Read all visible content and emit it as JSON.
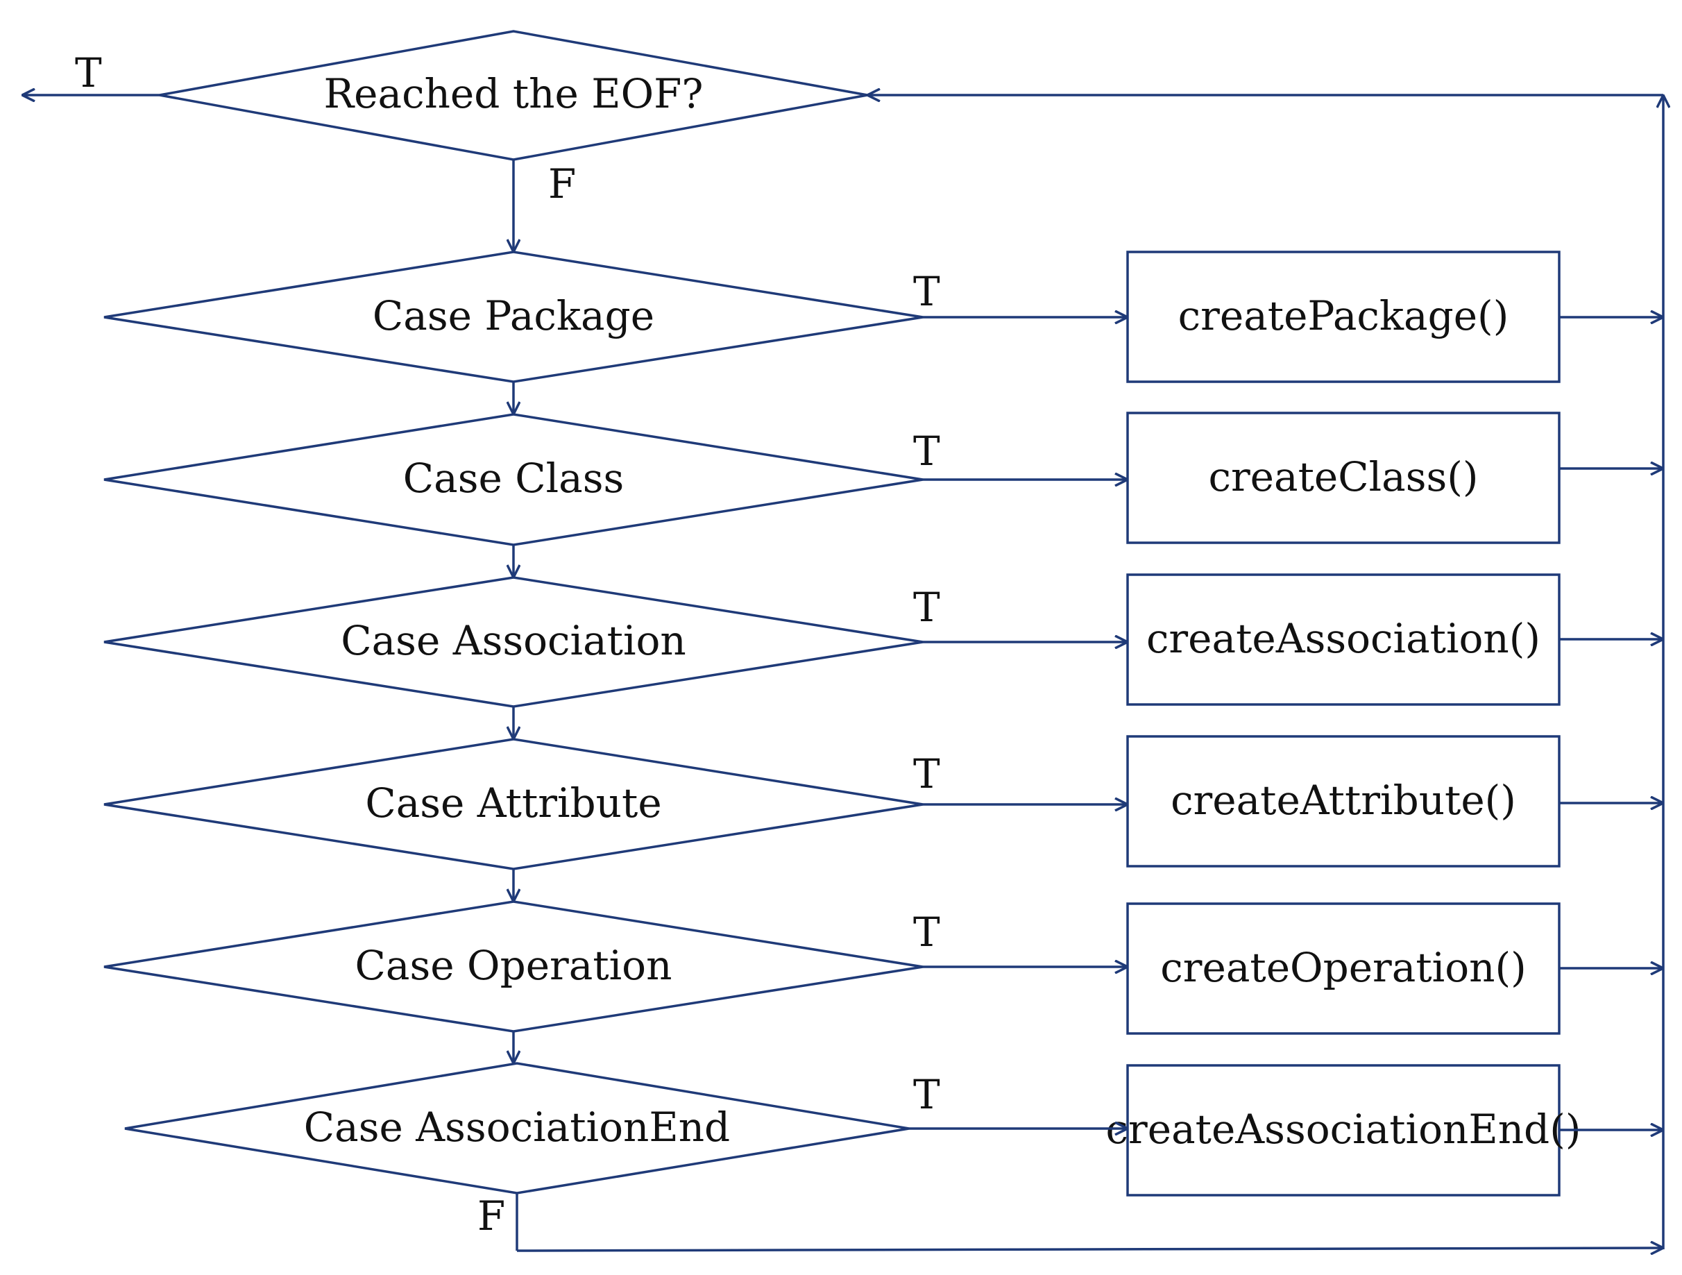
{
  "colors": {
    "stroke": "#1f3a78",
    "text": "#111111",
    "background": "#ffffff"
  },
  "nodes": {
    "eof_check": "Reached the EOF?",
    "case_package": "Case Package",
    "case_class": "Case Class",
    "case_association": "Case Association",
    "case_attribute": "Case Attribute",
    "case_operation": "Case Operation",
    "case_association_end": "Case AssociationEnd",
    "create_package": "createPackage()",
    "create_class": "createClass()",
    "create_association": "createAssociation()",
    "create_attribute": "createAttribute()",
    "create_operation": "createOperation()",
    "create_association_end": "createAssociationEnd()"
  },
  "edge_labels": {
    "eof_true": "T",
    "eof_false": "F",
    "package_true": "T",
    "class_true": "T",
    "association_true": "T",
    "attribute_true": "T",
    "operation_true": "T",
    "association_end_true": "T",
    "association_end_false": "F"
  }
}
